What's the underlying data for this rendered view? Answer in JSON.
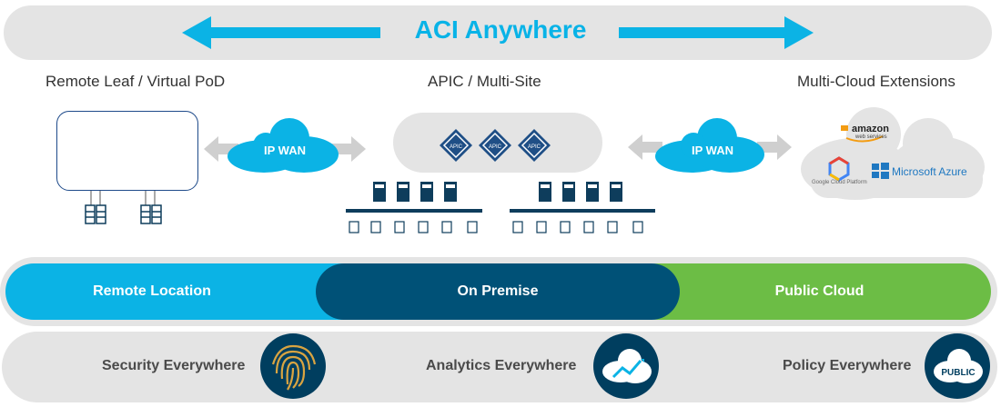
{
  "banner": {
    "title": "ACI Anywhere"
  },
  "sections": {
    "left": "Remote Leaf / Virtual PoD",
    "center": "APIC / Multi-Site",
    "right": "Multi-Cloud Extensions"
  },
  "wan": {
    "left_label": "IP WAN",
    "right_label": "IP WAN"
  },
  "apic": {
    "node_label": "APIC"
  },
  "clouds": {
    "amazon": "amazon",
    "amazon_sub": "web services",
    "google": "Google Cloud Platform",
    "azure": "Microsoft Azure"
  },
  "locations": {
    "remote": "Remote Location",
    "onprem": "On Premise",
    "public": "Public Cloud"
  },
  "capabilities": {
    "security": "Security Everywhere",
    "analytics": "Analytics Everywhere",
    "policy": "Policy Everywhere",
    "policy_badge": "PUBLIC"
  },
  "colors": {
    "cyan": "#0bb3e5",
    "navy": "#005177",
    "green": "#6cbd45",
    "gray": "#e4e4e4",
    "badge": "#003e5f"
  }
}
